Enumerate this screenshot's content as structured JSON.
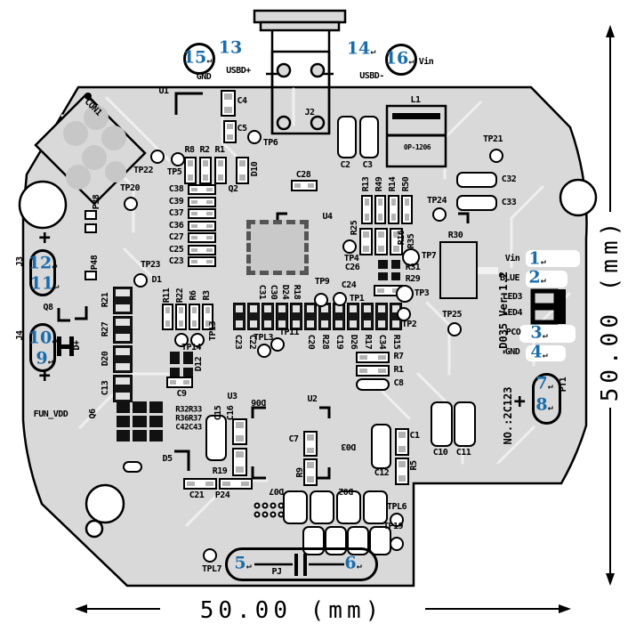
{
  "dimensions": {
    "horizontal": "50.00 (mm)",
    "vertical": "50.00 (mm)"
  },
  "board": {
    "version_text": "-D035 Ver:1.2",
    "number_text": "NO.:2C123"
  },
  "colors": {
    "board": "#d9d9d9",
    "silk": "#000000",
    "pin_blue": "#1a6cab",
    "trace": "#efefef"
  },
  "silk_labels": [
    [
      "GND",
      229,
      87
    ],
    [
      "USBD+",
      268,
      80
    ],
    [
      "USBD-",
      418,
      86
    ],
    [
      "Vin",
      479,
      70
    ],
    [
      "J2",
      348,
      127
    ],
    [
      "C4",
      272,
      114
    ],
    [
      "C5",
      272,
      145
    ],
    [
      "U1",
      184,
      103
    ],
    [
      "CON1",
      104,
      121,
      45
    ],
    [
      "L1",
      467,
      113
    ],
    [
      "0P-1206",
      469,
      166,
      0,
      8
    ],
    [
      "C2",
      388,
      186
    ],
    [
      "C3",
      413,
      186
    ],
    [
      "C28",
      341,
      197
    ],
    [
      "R8",
      213,
      169
    ],
    [
      "R2",
      230,
      169
    ],
    [
      "R1",
      247,
      169
    ],
    [
      "D10",
      287,
      190,
      -90
    ],
    [
      "Q2",
      262,
      213
    ],
    [
      "R13",
      412,
      207,
      -90
    ],
    [
      "R49",
      427,
      207,
      -90
    ],
    [
      "R14",
      442,
      207,
      -90
    ],
    [
      "R50",
      457,
      207,
      -90
    ],
    [
      "C32",
      572,
      202
    ],
    [
      "C33",
      572,
      228
    ],
    [
      "P38",
      109,
      227,
      -90
    ],
    [
      "P48",
      107,
      295,
      -90
    ],
    [
      "R21",
      119,
      337,
      -90
    ],
    [
      "R27",
      119,
      370,
      -90
    ],
    [
      "D20",
      119,
      403,
      -90
    ],
    [
      "C13",
      119,
      436,
      -90
    ],
    [
      "C38",
      198,
      213
    ],
    [
      "C39",
      198,
      227
    ],
    [
      "C37",
      198,
      240
    ],
    [
      "C36",
      198,
      254
    ],
    [
      "C27",
      198,
      267
    ],
    [
      "C25",
      198,
      281
    ],
    [
      "C23",
      198,
      294
    ],
    [
      "R11",
      188,
      332,
      -90
    ],
    [
      "R22",
      203,
      332,
      -90
    ],
    [
      "R6",
      218,
      332,
      -90
    ],
    [
      "R3",
      233,
      332,
      -90
    ],
    [
      "D1",
      176,
      315
    ],
    [
      "TP13",
      240,
      372,
      -90
    ],
    [
      "TP14",
      215,
      391
    ],
    [
      "D12",
      224,
      409,
      -90
    ],
    [
      "C9",
      204,
      443
    ],
    [
      "R32R33",
      212,
      461,
      0,
      9
    ],
    [
      "R36R37",
      212,
      471,
      0,
      9
    ],
    [
      "C42C43",
      212,
      481,
      0,
      9
    ],
    [
      "Q6",
      105,
      465,
      -90
    ],
    [
      "D5",
      188,
      516
    ],
    [
      "U3",
      261,
      446
    ],
    [
      "C15",
      246,
      464,
      -90
    ],
    [
      "C16",
      260,
      464,
      -90
    ],
    [
      "R19",
      247,
      530
    ],
    [
      "C21",
      221,
      557
    ],
    [
      "P24",
      250,
      557
    ],
    [
      "U4",
      368,
      244
    ],
    [
      "R25",
      399,
      256,
      -90
    ],
    [
      "R16",
      452,
      267,
      -90
    ],
    [
      "R35",
      463,
      271,
      -90
    ],
    [
      "R31",
      464,
      301
    ],
    [
      "R29",
      464,
      314
    ],
    [
      "R30",
      512,
      265
    ],
    [
      "C26",
      396,
      301
    ],
    [
      "C24",
      392,
      321
    ],
    [
      "C31",
      294,
      328,
      90
    ],
    [
      "C30",
      307,
      328,
      90
    ],
    [
      "D24",
      320,
      328,
      90
    ],
    [
      "R18",
      333,
      328,
      90
    ],
    [
      "C23",
      267,
      384,
      90
    ],
    [
      "C22",
      283,
      384,
      90
    ],
    [
      "C20",
      349,
      384,
      90
    ],
    [
      "R28",
      365,
      384,
      90
    ],
    [
      "C19",
      381,
      384,
      90
    ],
    [
      "D26",
      397,
      384,
      90
    ],
    [
      "R17",
      413,
      384,
      90
    ],
    [
      "C34",
      429,
      384,
      90
    ],
    [
      "R15",
      445,
      384,
      90
    ],
    [
      "R7",
      448,
      401
    ],
    [
      "R1",
      448,
      416
    ],
    [
      "C8",
      448,
      431
    ],
    [
      "U2",
      351,
      449
    ],
    [
      "D06",
      291,
      451,
      180
    ],
    [
      "C7",
      330,
      494
    ],
    [
      "R9",
      338,
      531,
      -90
    ],
    [
      "D03",
      392,
      501,
      180
    ],
    [
      "C12",
      429,
      532
    ],
    [
      "C1",
      466,
      490
    ],
    [
      "R5",
      466,
      523,
      -90
    ],
    [
      "C10",
      495,
      509
    ],
    [
      "C11",
      521,
      509
    ],
    [
      "D07",
      311,
      551,
      180
    ],
    [
      "D02",
      389,
      551,
      180
    ],
    [
      "PJ",
      311,
      643
    ],
    [
      "Vin",
      576,
      291
    ],
    [
      "BLUE",
      573,
      313
    ],
    [
      "LED3",
      576,
      334
    ],
    [
      "LED4",
      576,
      352
    ],
    [
      "PCO",
      577,
      374
    ],
    [
      "GND",
      576,
      396
    ],
    [
      "PT1",
      634,
      432,
      -90
    ],
    [
      "FUN_VDD",
      57,
      466
    ],
    [
      "J3",
      23,
      294,
      -90
    ],
    [
      "J4",
      23,
      377,
      -90
    ],
    [
      "Q8",
      54,
      346
    ],
    [
      "D+",
      87,
      388,
      -90
    ],
    [
      "+",
      50,
      268,
      0,
      22
    ],
    [
      "+",
      50,
      423,
      0,
      22
    ],
    [
      "+",
      584,
      452,
      0,
      22
    ]
  ],
  "test_points": [
    [
      "TP5",
      200,
      179,
      196,
      194
    ],
    [
      "TP22",
      177,
      176,
      161,
      192
    ],
    [
      "TP6",
      286,
      154,
      304,
      161
    ],
    [
      "TP20",
      147,
      229,
      146,
      212
    ],
    [
      "TP23",
      158,
      315,
      169,
      298
    ],
    [
      "TP21",
      558,
      175,
      554,
      157
    ],
    [
      "TP24",
      494,
      241,
      491,
      226
    ],
    [
      "TP7",
      462,
      289,
      482,
      288,
      10
    ],
    [
      "TP4",
      393,
      277,
      395,
      291
    ],
    [
      "TP1",
      382,
      336,
      401,
      336
    ],
    [
      "TP9",
      361,
      337,
      362,
      317
    ],
    [
      "TP3",
      455,
      330,
      474,
      330,
      10
    ],
    [
      "TP2",
      454,
      353,
      460,
      365
    ],
    [
      "TP25",
      511,
      370,
      508,
      354
    ],
    [
      "TP11",
      312,
      387,
      325,
      374
    ],
    [
      "TPL3",
      297,
      394,
      296,
      380
    ],
    [
      "TPL6",
      446,
      584,
      446,
      570
    ],
    [
      "TP19",
      446,
      611,
      442,
      592
    ],
    [
      "TPL7",
      236,
      624,
      238,
      640
    ],
    [
      "",
      204,
      382,
      0,
      0
    ],
    [
      "",
      222,
      382,
      0,
      0
    ]
  ],
  "pin_numbers": [
    [
      "1",
      604,
      291,
      1
    ],
    [
      "2",
      604,
      312,
      1
    ],
    [
      "3",
      606,
      374,
      1
    ],
    [
      "4",
      606,
      396,
      1
    ],
    [
      "7",
      612,
      431,
      1
    ],
    [
      "8",
      612,
      455,
      1
    ],
    [
      "5",
      273,
      633,
      1
    ],
    [
      "6",
      397,
      633,
      1
    ],
    [
      "9",
      50,
      403,
      1
    ],
    [
      "10",
      48,
      380,
      1
    ],
    [
      "11",
      50,
      319,
      1
    ],
    [
      "12",
      48,
      296,
      1
    ],
    [
      "13",
      259,
      54,
      0
    ],
    [
      "14",
      406,
      55,
      1
    ],
    [
      "15",
      222,
      65,
      1
    ],
    [
      "16",
      449,
      66,
      1
    ]
  ],
  "components": [
    [
      248,
      101,
      17,
      30,
      "o"
    ],
    [
      251,
      135,
      15,
      26,
      "o"
    ],
    [
      207,
      176,
      14,
      31,
      "o"
    ],
    [
      224,
      176,
      14,
      31,
      "o"
    ],
    [
      241,
      176,
      14,
      31,
      "o"
    ],
    [
      265,
      176,
      15,
      31,
      "o"
    ],
    [
      327,
      202,
      30,
      13,
      "o"
    ],
    [
      379,
      130,
      22,
      48,
      "r"
    ],
    [
      404,
      130,
      22,
      48,
      "r"
    ],
    [
      513,
      193,
      46,
      18,
      "r"
    ],
    [
      513,
      219,
      46,
      18,
      "r"
    ],
    [
      95,
      236,
      14,
      11,
      "p"
    ],
    [
      95,
      251,
      14,
      11,
      "p"
    ],
    [
      95,
      304,
      14,
      11,
      "p"
    ],
    [
      127,
      322,
      22,
      31,
      "d"
    ],
    [
      127,
      355,
      22,
      31,
      "d"
    ],
    [
      127,
      388,
      22,
      31,
      "d"
    ],
    [
      127,
      421,
      22,
      31,
      "d"
    ],
    [
      211,
      207,
      32,
      12,
      "o"
    ],
    [
      211,
      221,
      32,
      12,
      "o"
    ],
    [
      211,
      234,
      32,
      12,
      "o"
    ],
    [
      211,
      248,
      32,
      12,
      "o"
    ],
    [
      211,
      261,
      32,
      12,
      "o"
    ],
    [
      211,
      275,
      32,
      12,
      "o"
    ],
    [
      211,
      288,
      32,
      12,
      "o"
    ],
    [
      182,
      341,
      13,
      30,
      "o"
    ],
    [
      197,
      341,
      13,
      30,
      "o"
    ],
    [
      212,
      341,
      13,
      30,
      "o"
    ],
    [
      227,
      341,
      13,
      30,
      "o"
    ],
    [
      189,
      393,
      30,
      36,
      "g"
    ],
    [
      187,
      423,
      30,
      13,
      "o"
    ],
    [
      131,
      451,
      52,
      45,
      "g3"
    ],
    [
      231,
      466,
      24,
      52,
      "r"
    ],
    [
      261,
      470,
      17,
      30,
      "o"
    ],
    [
      261,
      503,
      17,
      32,
      "o"
    ],
    [
      206,
      537,
      38,
      13,
      "o"
    ],
    [
      246,
      537,
      38,
      13,
      "o"
    ],
    [
      406,
      219,
      13,
      33,
      "o"
    ],
    [
      421,
      219,
      13,
      33,
      "o"
    ],
    [
      436,
      219,
      13,
      33,
      "o"
    ],
    [
      451,
      219,
      13,
      33,
      "o"
    ],
    [
      404,
      256,
      15,
      31,
      "o"
    ],
    [
      421,
      256,
      15,
      31,
      "o"
    ],
    [
      438,
      256,
      15,
      31,
      "o"
    ],
    [
      423,
      290,
      29,
      27,
      "g"
    ],
    [
      420,
      320,
      33,
      13,
      "o"
    ],
    [
      494,
      271,
      43,
      65,
      "pb"
    ],
    [
      262,
      340,
      14,
      31,
      "d"
    ],
    [
      278,
      340,
      14,
      31,
      "d"
    ],
    [
      294,
      340,
      14,
      31,
      "d"
    ],
    [
      310,
      340,
      14,
      31,
      "d"
    ],
    [
      326,
      340,
      14,
      31,
      "d"
    ],
    [
      342,
      340,
      14,
      31,
      "d"
    ],
    [
      358,
      340,
      14,
      31,
      "d"
    ],
    [
      374,
      340,
      14,
      31,
      "d"
    ],
    [
      390,
      340,
      14,
      31,
      "d"
    ],
    [
      406,
      340,
      14,
      31,
      "d"
    ],
    [
      422,
      340,
      14,
      31,
      "d"
    ],
    [
      438,
      340,
      14,
      31,
      "d"
    ],
    [
      400,
      395,
      38,
      13,
      "o"
    ],
    [
      400,
      410,
      38,
      13,
      "o"
    ],
    [
      400,
      425,
      38,
      14,
      "r"
    ],
    [
      417,
      476,
      23,
      51,
      "r"
    ],
    [
      444,
      481,
      16,
      31,
      "o"
    ],
    [
      444,
      514,
      16,
      31,
      "o"
    ],
    [
      484,
      451,
      25,
      51,
      "r"
    ],
    [
      510,
      451,
      25,
      51,
      "r"
    ],
    [
      341,
      484,
      16,
      29,
      "o"
    ],
    [
      341,
      515,
      16,
      31,
      "o"
    ],
    [
      318,
      551,
      28,
      38,
      "r"
    ],
    [
      348,
      551,
      28,
      38,
      "r"
    ],
    [
      378,
      551,
      28,
      38,
      "r"
    ],
    [
      408,
      551,
      28,
      38,
      "r"
    ],
    [
      340,
      591,
      25,
      33,
      "r"
    ],
    [
      365,
      591,
      25,
      33,
      "r"
    ],
    [
      390,
      591,
      25,
      33,
      "r"
    ],
    [
      415,
      591,
      25,
      33,
      "r"
    ],
    [
      138,
      518,
      22,
      13,
      "r"
    ]
  ],
  "white_zones": [
    [
      243,
      42,
      54,
      54
    ],
    [
      394,
      42,
      53,
      54
    ],
    [
      591,
      281,
      61,
      19
    ],
    [
      591,
      304,
      47,
      19
    ],
    [
      584,
      365,
      63,
      20
    ],
    [
      591,
      388,
      45,
      18
    ]
  ],
  "ovals": [
    [
      33,
      280,
      30,
      53
    ],
    [
      33,
      363,
      30,
      55
    ],
    [
      598,
      419,
      33,
      58
    ],
    [
      253,
      615,
      172,
      38
    ]
  ],
  "rings": [
    [
      224,
      66,
      18
    ],
    [
      451,
      67,
      18
    ]
  ],
  "vias": [
    [
      289,
      568
    ],
    [
      298,
      568
    ],
    [
      307,
      568
    ],
    [
      316,
      568
    ],
    [
      289,
      578
    ],
    [
      298,
      578
    ],
    [
      307,
      578
    ],
    [
      316,
      578
    ]
  ]
}
